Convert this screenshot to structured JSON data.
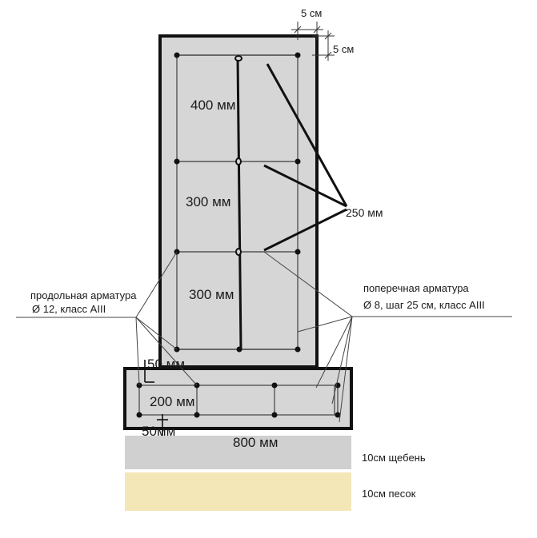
{
  "dims": {
    "cover_top": "5 см",
    "cover_side": "5 см",
    "spacing_400": "400 мм",
    "spacing_300_a": "300 мм",
    "spacing_300_b": "300 мм",
    "stirrup_250": "250 мм",
    "footing_50_top": "50 мм",
    "footing_200": "200 мм",
    "footing_50_bottom": "50мм",
    "footing_800": "800 мм"
  },
  "annotations": {
    "longitudinal_line1": "продольная арматура",
    "longitudinal_line2": "Ø 12, класс AIII",
    "transverse_line1": "поперечная арматура",
    "transverse_line2": "Ø 8, шаг 25 см, класс AIII"
  },
  "layers": {
    "gravel_label": "10см щебень",
    "sand_label": "10см песок"
  },
  "colors": {
    "concrete": "#d6d6d6",
    "gravel": "#d0d0d0",
    "sand": "#f3e7b8",
    "rebar": "#111111"
  }
}
